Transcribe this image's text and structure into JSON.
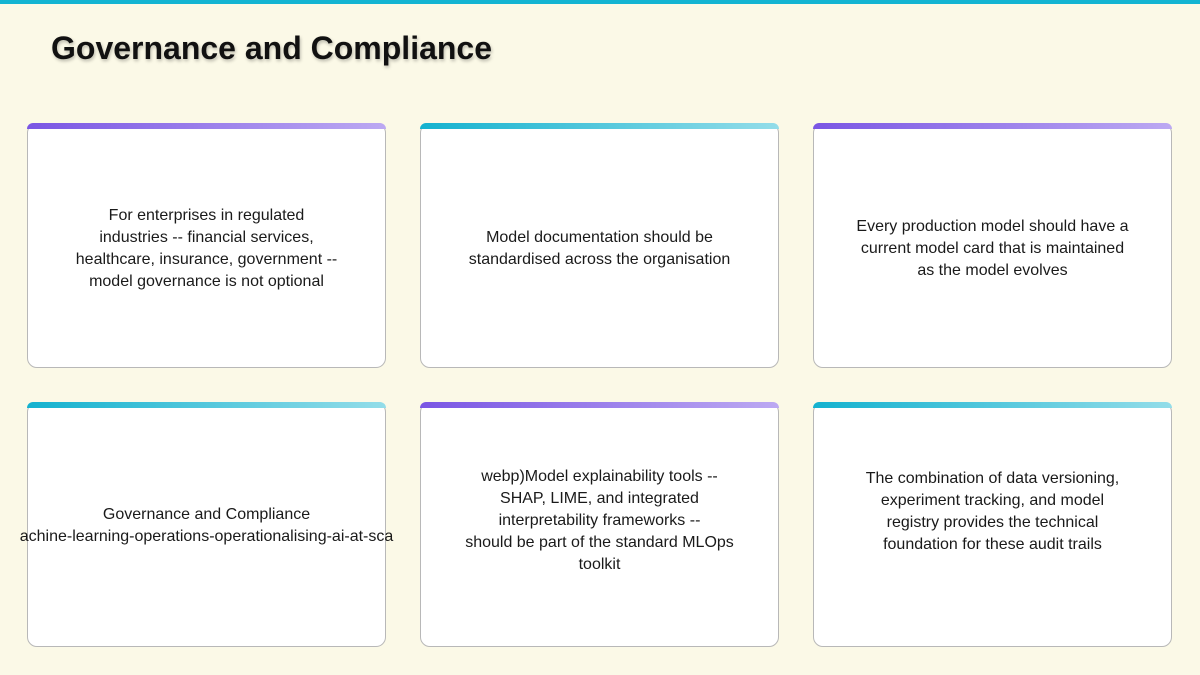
{
  "slide": {
    "title": "Governance and Compliance",
    "accent_color": "#12b4d2",
    "cards": [
      {
        "accent": "purple",
        "lines": [
          "For enterprises in regulated",
          "industries -- financial services,",
          "healthcare, insurance, government --",
          "model governance is not optional"
        ]
      },
      {
        "accent": "teal",
        "lines": [
          "Model documentation should be",
          "standardised across the organisation"
        ]
      },
      {
        "accent": "purple",
        "lines": [
          "Every production model should have a",
          "current model card that is maintained",
          "as the model evolves"
        ]
      },
      {
        "accent": "teal",
        "lines": [
          "Governance and Compliance",
          "achine-learning-operations-operationalising-ai-at-sca"
        ]
      },
      {
        "accent": "purple",
        "lines": [
          "webp)Model explainability tools --",
          "SHAP, LIME, and integrated",
          "interpretability frameworks --",
          "should be part of the standard MLOps",
          "toolkit"
        ]
      },
      {
        "accent": "teal",
        "lines": [
          "The combination of data versioning,",
          "experiment tracking, and model",
          "registry provides the technical",
          "foundation for these audit trails"
        ]
      }
    ]
  }
}
